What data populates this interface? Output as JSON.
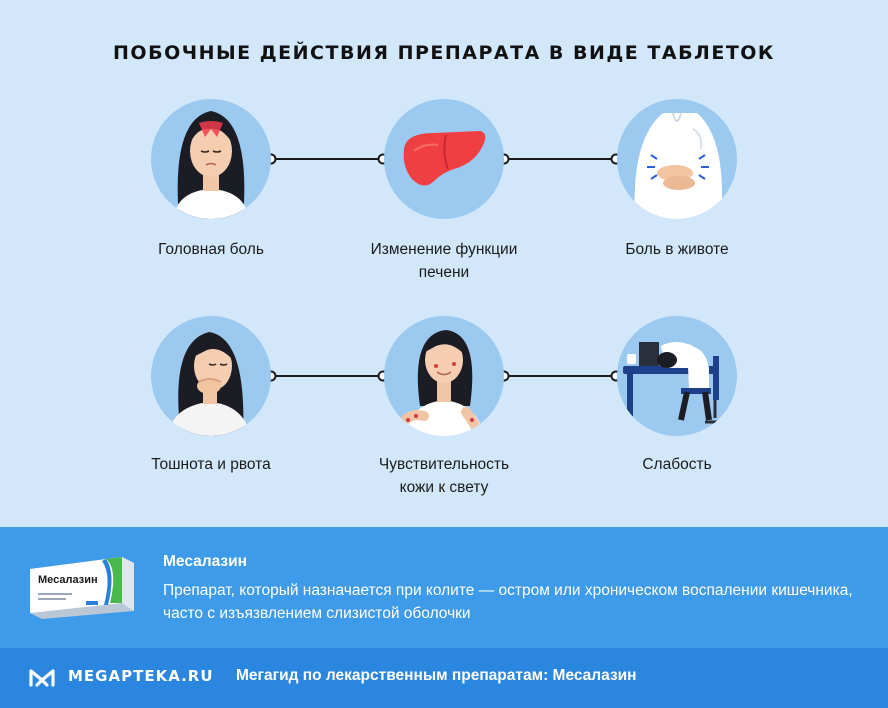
{
  "title": "ПОБОЧНЫЕ ДЕЙСТВИЯ ПРЕПАРАТА В ВИДЕ ТАБЛЕТОК",
  "effects": [
    {
      "label": "Головная боль",
      "icon": "headache-woman-icon"
    },
    {
      "label": "Изменение функции печени",
      "icon": "liver-icon"
    },
    {
      "label": "Боль в животе",
      "icon": "stomach-pain-man-icon"
    },
    {
      "label": "Тошнота и рвота",
      "icon": "nausea-woman-icon"
    },
    {
      "label": "Чувствительность кожи к свету",
      "icon": "skin-sensitivity-woman-icon"
    },
    {
      "label": "Слабость",
      "icon": "weakness-person-at-desk-icon"
    }
  ],
  "drug": {
    "name": "Месалазин",
    "description": "Препарат, который назначается при колите — остром или хроническом воспалении кишечника, часто с изъязвлением слизистой оболочки",
    "pack_label": "Месалазин"
  },
  "footer": {
    "brand": "MEGAPTEKA.RU",
    "text": "Мегагид по лекарственным препаратам: Месалазин"
  },
  "colors": {
    "background": "#d2e7fa",
    "circle": "#9cc9ef",
    "band": "#3d9bea",
    "footer": "#2a86df",
    "liver": "#ef3f42"
  }
}
